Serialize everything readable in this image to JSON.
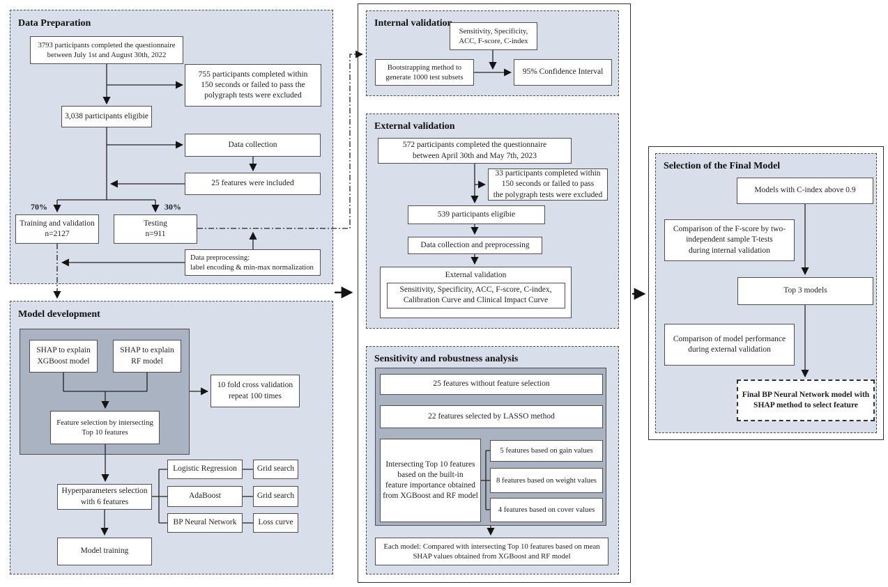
{
  "colors": {
    "panel_background": "#d8dfeb",
    "gray_container": "#a9b3c2",
    "box_border": "#4d4d4d",
    "line_color": "#222222"
  },
  "data_preparation": {
    "title": "Data Preparation",
    "split_left_label": "70%",
    "split_right_label": "30%",
    "boxes": {
      "questionnaire": "3793 participants completed the questionnaire\nbetween July 1st and August 30th, 2022",
      "excluded": "755 participants completed within\n150 seconds or failed to pass the\npolygraph tests were excluded",
      "eligible": "3,038 participants eligibie",
      "collection": "Data collection",
      "features": "25 features were included",
      "training": "Training and validation\nn=2127",
      "testing": "Testing\nn=911",
      "preprocessing": "Data preprocessing:\nlabel encoding & min-max normalization"
    }
  },
  "model_development": {
    "title": "Model development",
    "boxes": {
      "shap_xgboost": "SHAP  to explain\nXGBoost model",
      "shap_rf": "SHAP  to explain\nRF model",
      "cross_validation": "10 fold cross validation\nrepeat 100 times",
      "feature_selection": "Feature selection by intersecting\nTop 10 features",
      "hyperparameters": "Hyperparameters selection\nwith 6 features",
      "logistic_regression": "Logistic Regression",
      "grid_search_1": "Grid search",
      "adaboost": "AdaBoost",
      "grid_search_2": "Grid search",
      "bp_neural_network": "BP Neural Network",
      "loss_curve": "Loss curve",
      "model_training": "Model training"
    }
  },
  "internal_validation": {
    "title": "Internal validation",
    "boxes": {
      "metrics": "Sensitivity, Specificity,\nACC, F-score, C-index",
      "bootstrapping": "Bootstrapping method to\ngenerate 1000 test subsets",
      "confidence_interval": "95% Confidence Interval"
    }
  },
  "external_validation": {
    "title": "External validation",
    "boxes": {
      "questionnaire": "572 participants completed the questionnaire\nbetween April 30th and May 7th, 2023",
      "excluded": "33 participants completed within\n150 seconds or failed to pass\nthe polygraph tests were excluded",
      "eligible": "539 participants eligibie",
      "collection_preprocessing": "Data collection and  preprocessing",
      "validation_label": "External validation",
      "metrics": "Sensitivity, Specificity, ACC, F-score, C-index,\nCalibration Curve and Clinical Impact Curve"
    }
  },
  "sensitivity_robustness": {
    "title": "Sensitivity and robustness analysis",
    "boxes": {
      "features_25": "25 features without feature selection",
      "features_22": "22 features selected by LASSO method",
      "intersecting": "Intersecting Top 10 features\nbased on the built-in\nfeature importance obtained\nfrom XGBoost and RF model",
      "gain": "5 features based on gain values",
      "weight": "8 features based on weight values",
      "cover": "4 features based on cover values",
      "each_model": "Each model: Compared with intersecting Top 10 features based on mean\nSHAP values obtained from XGBoost and RF model"
    }
  },
  "final_model": {
    "title": "Selection of the Final Model",
    "boxes": {
      "c_index": "Models with C-index above 0.9",
      "f_score": "Comparison of the F-score by two-\nindependent sample T-tests\nduring internal validation",
      "top3": "Top 3 models",
      "performance": "Comparison of model performance\nduring external validation",
      "final": "Final BP  Neural Network model with\nSHAP method to select feature"
    }
  }
}
